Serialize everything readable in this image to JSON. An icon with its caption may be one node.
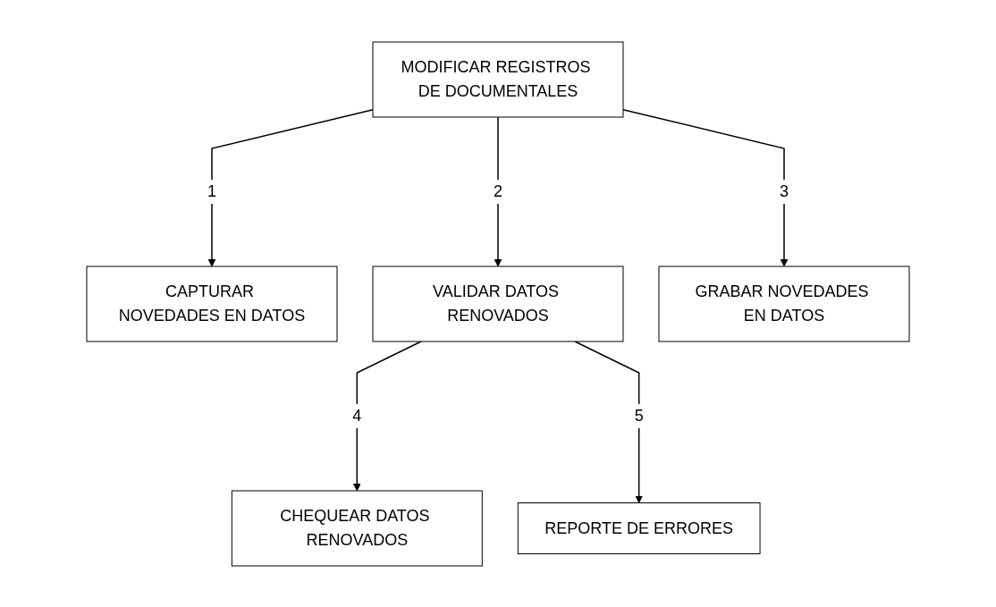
{
  "diagram": {
    "nodes": [
      {
        "text": [
          "MODIFICAR REGISTROS DE DOCUMENTALES"
        ]
      },
      {
        "text": [
          "CAPTURAR NOVEDADES EN DATOS"
        ]
      },
      {
        "text": [
          "VALIDAR DATOS RENOVADOS"
        ]
      },
      {
        "text": [
          "GRABAR NOVEDADES EN DATOS"
        ]
      },
      {
        "text": [
          "CHEQUEAR DATOS RENOVADOS"
        ]
      },
      {
        "text": [
          "REPORTE DE ERRORES"
        ]
      }
    ],
    "edges": [
      {
        "from": 0,
        "to": 1,
        "arrow": "to",
        "label": "1"
      },
      {
        "from": 0,
        "to": 2,
        "arrow": "to",
        "label": "2"
      },
      {
        "from": 0,
        "to": 3,
        "arrow": "to",
        "label": "3"
      },
      {
        "from": 2,
        "to": 4,
        "arrow": "to",
        "label": "4"
      },
      {
        "from": 2,
        "to": 5,
        "arrow": "to",
        "label": "5"
      }
    ]
  }
}
